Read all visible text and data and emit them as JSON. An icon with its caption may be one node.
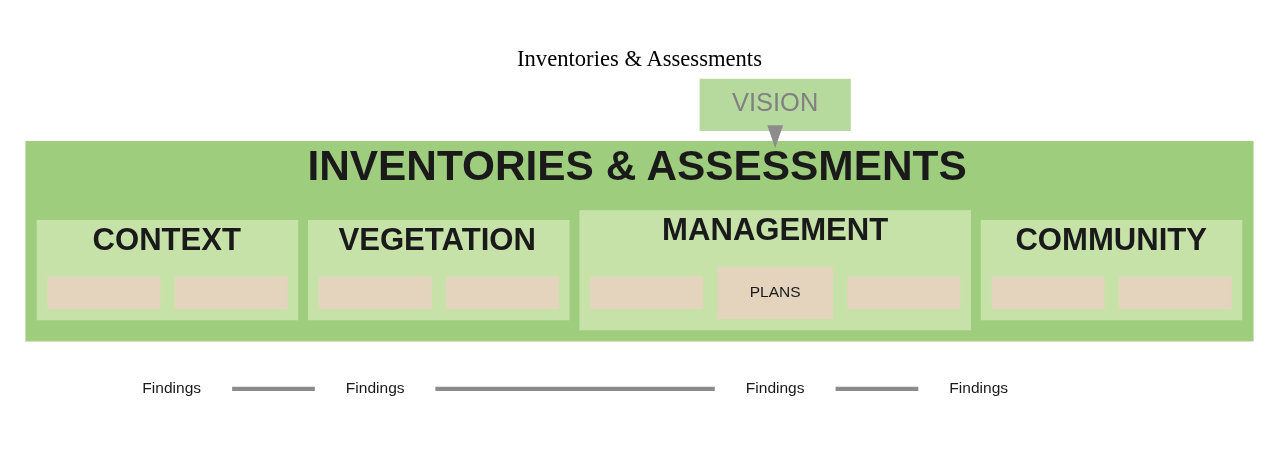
{
  "diagram": {
    "caption": "Inventories & Assessments",
    "nodes": [
      {
        "text": [
          "VISION"
        ]
      },
      {
        "text": [
          "INVENTORIES & ASSESSMENTS"
        ]
      },
      {
        "text": [
          "CONTEXT"
        ],
        "in": 1
      },
      {
        "text": [
          "VEGETATION"
        ],
        "in": 1
      },
      {
        "text": [
          "MANAGEMENT"
        ],
        "in": 1
      },
      {
        "text": [
          "COMMUNITY"
        ],
        "in": 1
      },
      {
        "text": [],
        "shape": "box",
        "in": 2
      },
      {
        "text": [],
        "shape": "box",
        "in": 2
      },
      {
        "text": [],
        "shape": "box",
        "in": 3
      },
      {
        "text": [],
        "shape": "box",
        "in": 3
      },
      {
        "text": [],
        "shape": "box",
        "in": 4
      },
      {
        "text": [
          "PLANS"
        ],
        "in": 4
      },
      {
        "text": [],
        "shape": "box",
        "in": 4
      },
      {
        "text": [],
        "shape": "box",
        "in": 5
      },
      {
        "text": [],
        "shape": "box",
        "in": 5
      },
      {
        "text": [
          "Findings"
        ]
      },
      {
        "text": [
          "Findings"
        ]
      },
      {
        "text": [
          "Findings"
        ]
      },
      {
        "text": [
          "Findings"
        ]
      }
    ],
    "edges": [
      {
        "from": 0,
        "to": 1,
        "arrow": "to"
      },
      {
        "from": 15,
        "to": 16,
        "arrow": "none"
      },
      {
        "from": 16,
        "to": 17,
        "arrow": "none"
      },
      {
        "from": 17,
        "to": 18,
        "arrow": "none"
      }
    ]
  }
}
